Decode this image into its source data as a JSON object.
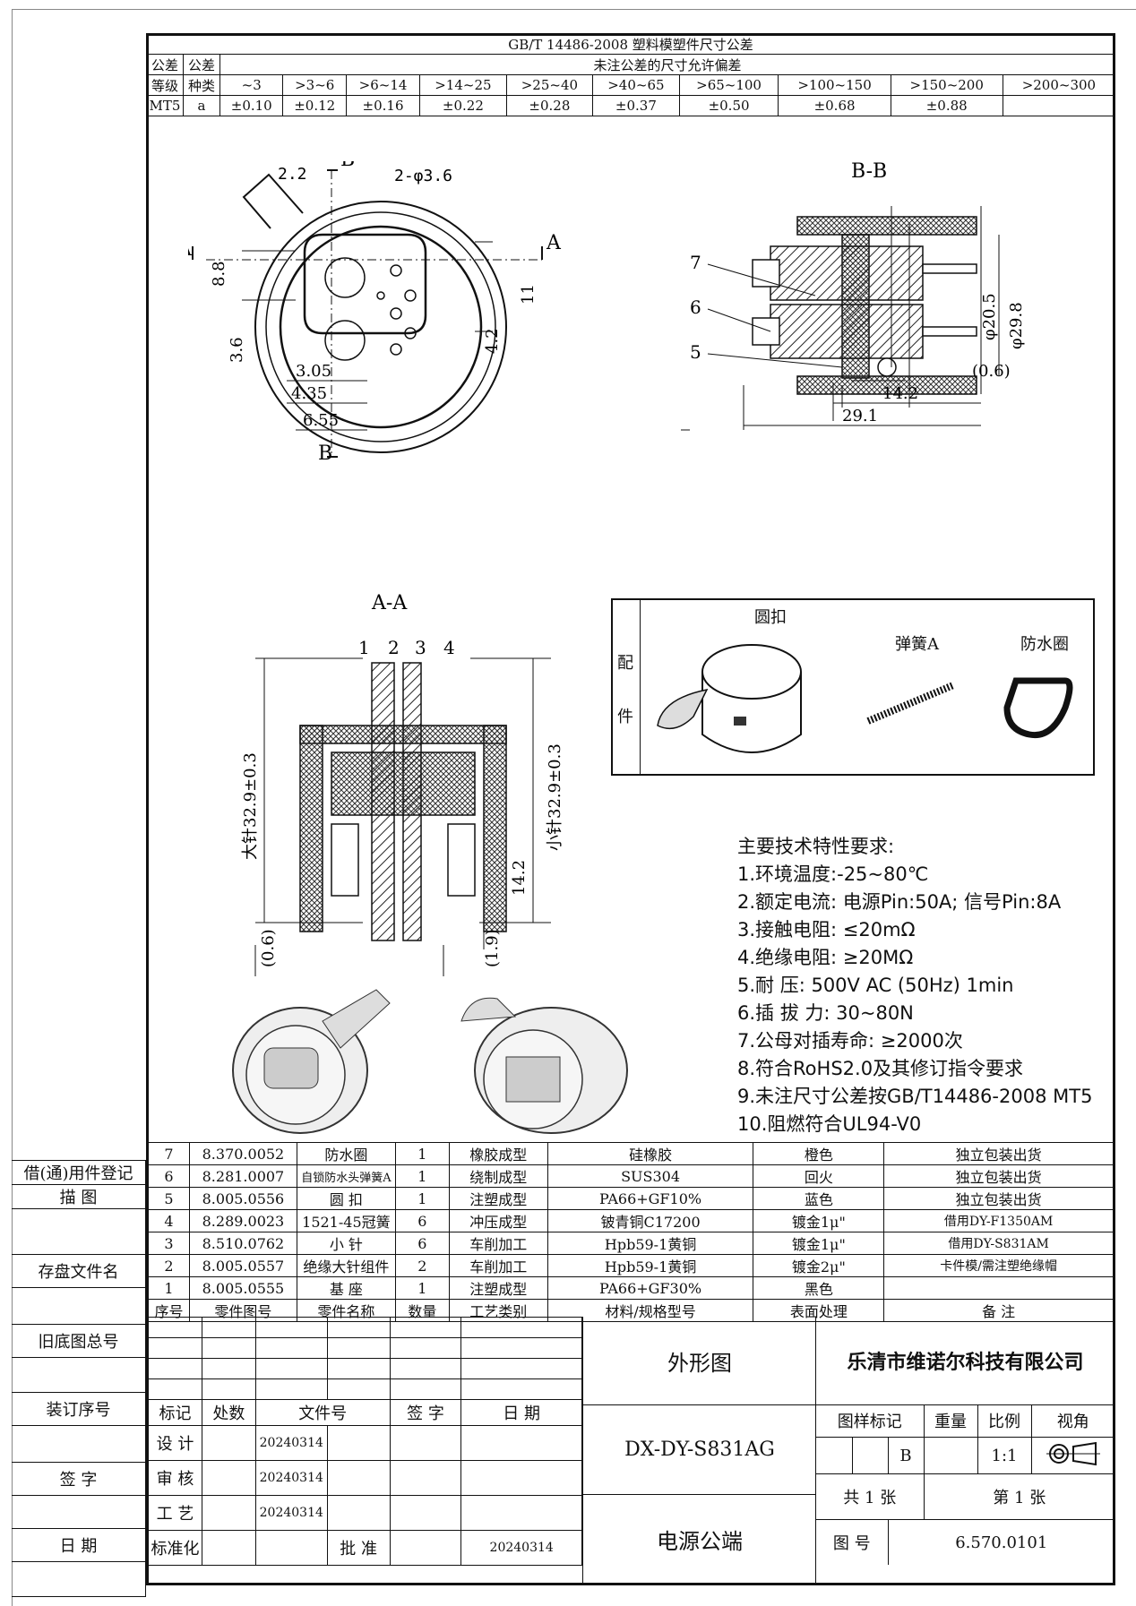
{
  "tolerance": {
    "title": "GB/T 14486-2008 塑料模塑件尺寸公差",
    "h1": "公差",
    "h2": "公差",
    "h3": "等级",
    "h4": "种类",
    "subtitle": "未注公差的尺寸允许偏差",
    "ranges": [
      "~3",
      ">3~6",
      ">6~14",
      ">14~25",
      ">25~40",
      ">40~65",
      ">65~100",
      ">100~150",
      ">150~200",
      ">200~300"
    ],
    "grade": "MT5",
    "kind": "a",
    "values": [
      "±0.10",
      "±0.12",
      "±0.16",
      "±0.22",
      "±0.28",
      "±0.37",
      "±0.50",
      "±0.68",
      "±0.88",
      ""
    ]
  },
  "drawing": {
    "front": {
      "d1": "2.2",
      "d2": "2-φ3.6",
      "d3": "8.8",
      "d4": "3.6",
      "d5": "11",
      "d6": "4.2",
      "d7": "3.05",
      "d8": "4.35",
      "d9": "6.55",
      "secA": "A",
      "secB": "B"
    },
    "bb": {
      "title": "B-B",
      "n7": "7",
      "n6": "6",
      "n5": "5",
      "d1": "φ20.5",
      "d2": "φ29.8",
      "d3": "(0.6)",
      "d4": "14.2",
      "d5": "29.1"
    },
    "aa": {
      "title": "A-A",
      "n1": "1",
      "n2": "2",
      "n3": "3",
      "n4": "4",
      "d1": "大针32.9±0.3",
      "d2": "小针32.9±0.3",
      "d3": "14.2",
      "d4": "(0.6)",
      "d5": "(1.9)"
    }
  },
  "accessories": {
    "label1": "配",
    "label2": "件",
    "item1": "圆扣",
    "item2": "弹簧A",
    "item3": "防水圈"
  },
  "requirements": {
    "title": "主要技术特性要求:",
    "items": [
      "1.环境温度:-25~80℃",
      "2.额定电流: 电源Pin:50A; 信号Pin:8A",
      "3.接触电阻: ≤20mΩ",
      "4.绝缘电阻: ≥20MΩ",
      "5.耐  压: 500V AC (50Hz) 1min",
      "6.插 拔 力: 30~80N",
      "7.公母对插寿命: ≥2000次",
      "8.符合RoHS2.0及其修订指令要求",
      "9.未注尺寸公差按GB/T14486-2008 MT5",
      "10.阻燃符合UL94-V0"
    ]
  },
  "parts": {
    "rows": [
      [
        "7",
        "8.370.0052",
        "防水圈",
        "1",
        "橡胶成型",
        "硅橡胶",
        "橙色",
        "独立包装出货"
      ],
      [
        "6",
        "8.281.0007",
        "自锁防水头弹簧A",
        "1",
        "绕制成型",
        "SUS304",
        "回火",
        "独立包装出货"
      ],
      [
        "5",
        "8.005.0556",
        "圆  扣",
        "1",
        "注塑成型",
        "PA66+GF10%",
        "蓝色",
        "独立包装出货"
      ],
      [
        "4",
        "8.289.0023",
        "1521-45冠簧",
        "6",
        "冲压成型",
        "铍青铜C17200",
        "镀金1μ\"",
        "借用DY-F1350AM"
      ],
      [
        "3",
        "8.510.0762",
        "小  针",
        "6",
        "车削加工",
        "Hpb59-1黄铜",
        "镀金1μ\"",
        "借用DY-S831AM"
      ],
      [
        "2",
        "8.005.0557",
        "绝缘大针组件",
        "2",
        "车削加工",
        "Hpb59-1黄铜",
        "镀金2μ\"",
        "卡件模/需注塑绝缘帽"
      ],
      [
        "1",
        "8.005.0555",
        "基  座",
        "1",
        "注塑成型",
        "PA66+GF30%",
        "黑色",
        ""
      ]
    ],
    "header": [
      "序号",
      "零件图号",
      "零件名称",
      "数量",
      "工艺类别",
      "材料/规格型号",
      "表面处理",
      "备  注"
    ]
  },
  "side": {
    "s1": "借(通)用件登记",
    "s2": "描    图",
    "s3": "存盘文件名",
    "s4": "旧底图总号",
    "s5": "装订序号",
    "s6": "签    字",
    "s7": "日    期"
  },
  "titleblock": {
    "h1": "标记",
    "h2": "处数",
    "h3": "文件号",
    "h4": "签  字",
    "h5": "日  期",
    "r1": "设 计",
    "r2": "审 核",
    "r3": "工 艺",
    "r4": "标准化",
    "approve": "批 准",
    "date1": "20240314",
    "date2": "20240314",
    "date3": "20240314",
    "date4": "20240314",
    "drawing_name": "外形图",
    "drawing_no": "DX-DY-S831AG",
    "part_name": "电源公端",
    "company": "乐清市维诺尔科技有限公司",
    "mark": "图样标记",
    "weight": "重量",
    "scale_lbl": "比例",
    "view": "视角",
    "mark_val": "B",
    "scale": "1:1",
    "total": "共  1  张",
    "sheet": "第  1  张",
    "num_lbl": "图  号",
    "num": "6.570.0101"
  }
}
